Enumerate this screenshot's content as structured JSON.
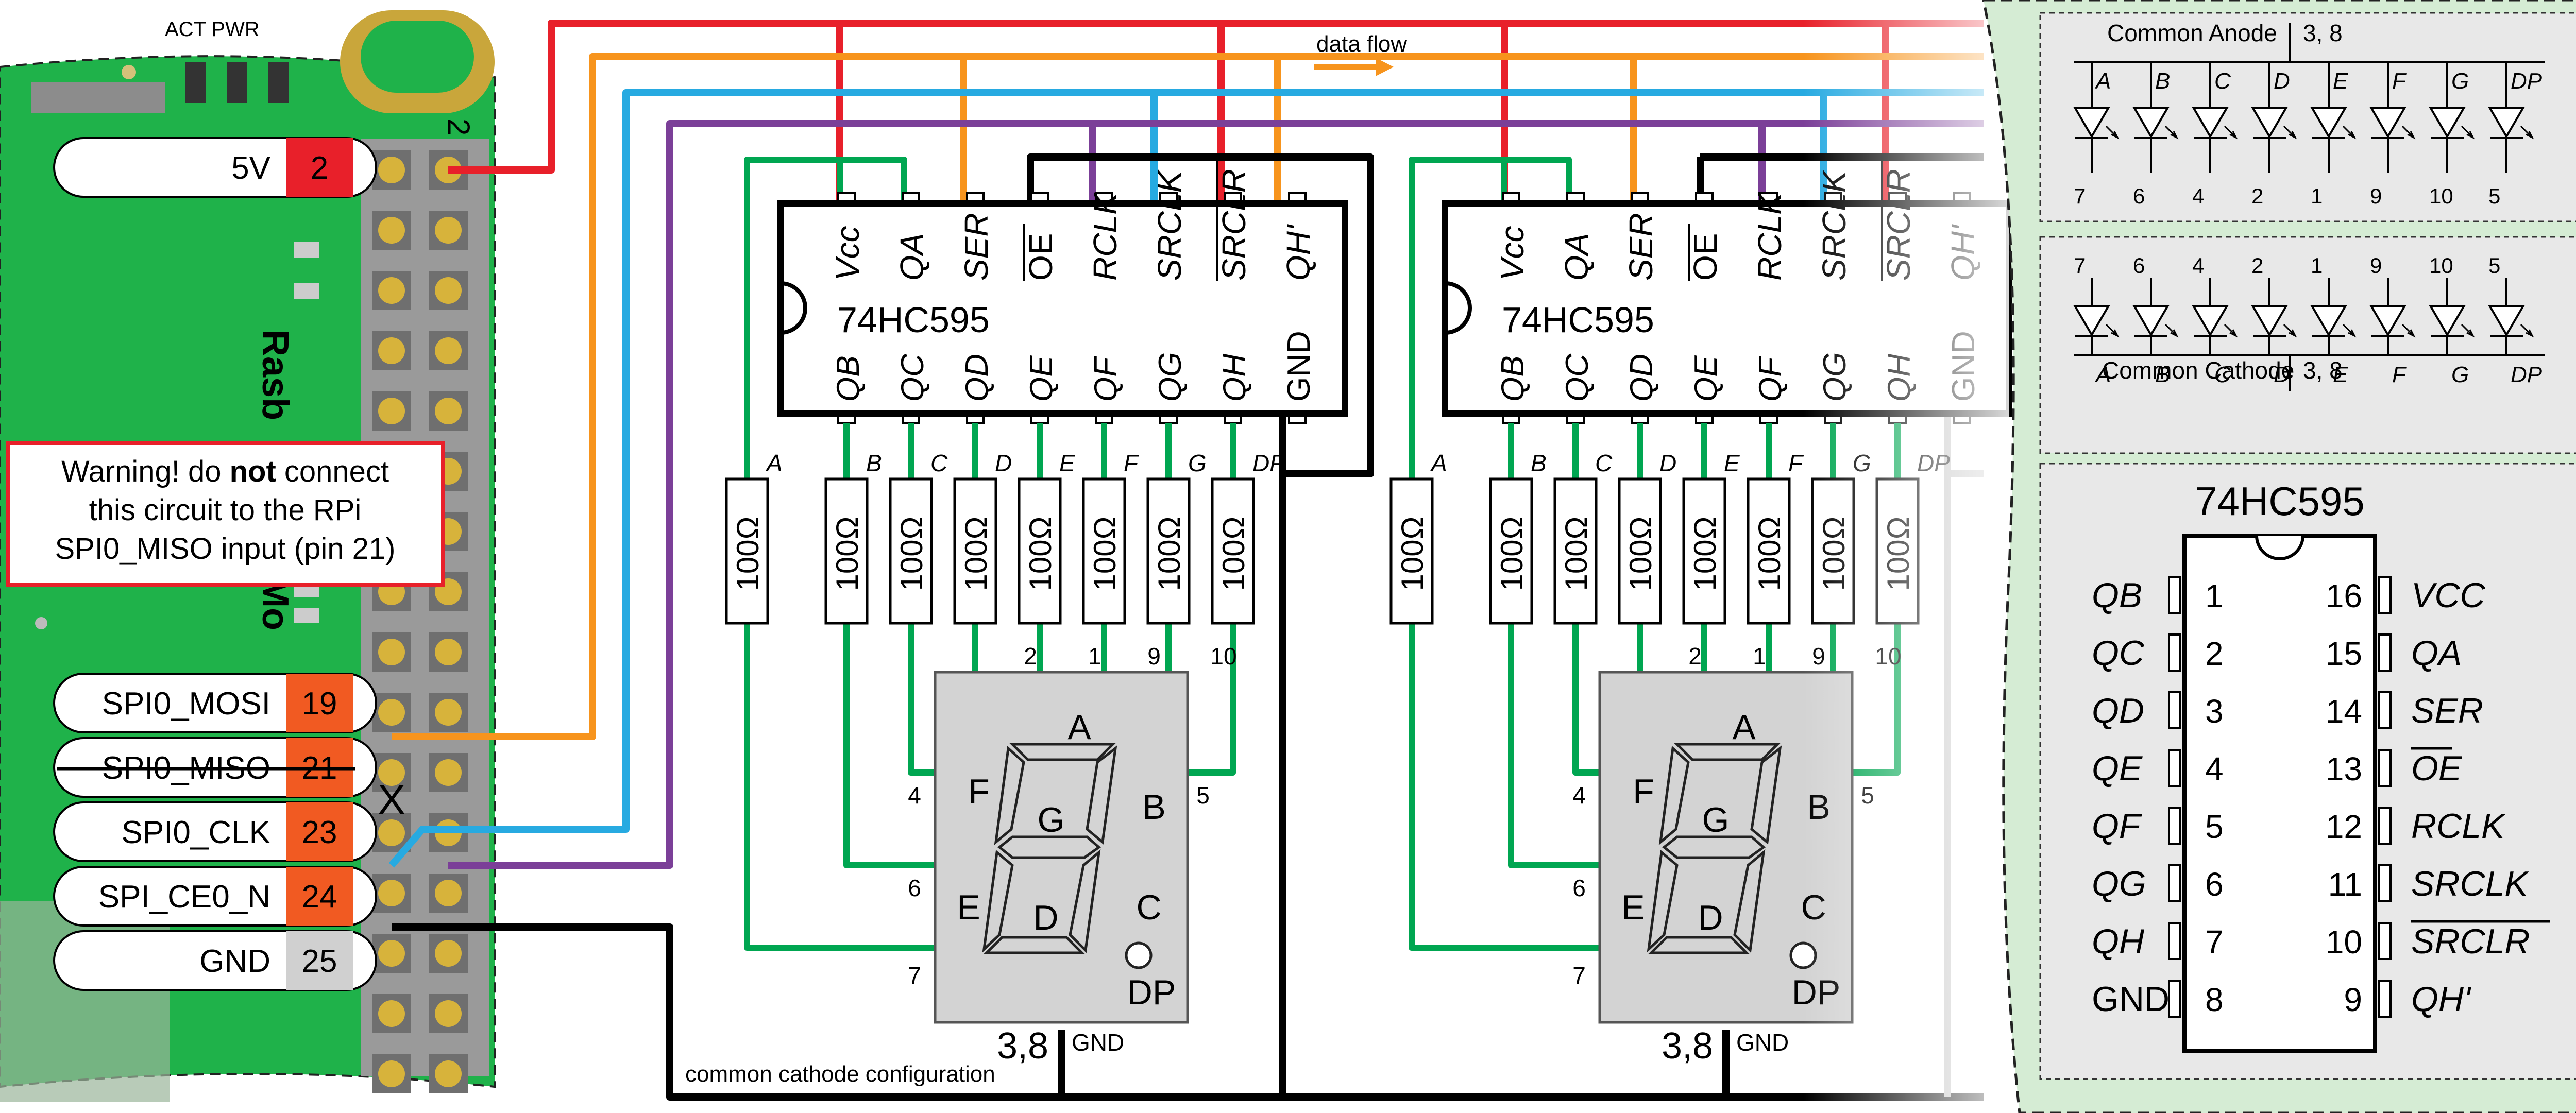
{
  "pi": {
    "board_text": "Rasb",
    "board_text2": "2 Mo",
    "header_number": "2",
    "corner_marks": "ACT PWR",
    "pins": [
      {
        "name": "5V",
        "number": "2"
      },
      {
        "name": "SPI0_MOSI",
        "number": "19"
      },
      {
        "name": "SPI0_MISO",
        "number": "21",
        "struck": true
      },
      {
        "name": "SPI0_CLK",
        "number": "23"
      },
      {
        "name": "SPI_CE0_N",
        "number": "24"
      },
      {
        "name": "GND",
        "number": "25"
      }
    ],
    "x_mark": "X",
    "colors": {
      "board": "#1fb24a",
      "pin_red": "#e8202a",
      "pin_orange": "#f15a22",
      "pin_gray": "#d0d0d0"
    }
  },
  "warning": {
    "line1": "Warning! do ",
    "bold": "not",
    "line1b": " connect",
    "line2": "this circuit to the RPi",
    "line3": "SPI0_MISO input (pin 21)"
  },
  "annotations": {
    "data_flow": "data flow",
    "common_cathode_config": "common cathode configuration"
  },
  "chip": {
    "name": "74HC595",
    "top_pins": [
      "Vcc",
      "QA",
      "SER",
      "OE",
      "RCLK",
      "SRCLK",
      "SRCLR",
      "QH'"
    ],
    "bottom_pins": [
      "QB",
      "QC",
      "QD",
      "QE",
      "QF",
      "QG",
      "QH",
      "GND"
    ]
  },
  "resistors": {
    "value": "100Ω",
    "segment_labels": [
      "A",
      "B",
      "C",
      "D",
      "E",
      "F",
      "G",
      "DP"
    ]
  },
  "display": {
    "segments": [
      "A",
      "B",
      "C",
      "D",
      "E",
      "F",
      "G"
    ],
    "dp": "DP",
    "pin_numbers_top": [
      "2",
      "1",
      "9",
      "10"
    ],
    "pin_left": [
      "4",
      "6",
      "7"
    ],
    "pin_right": "5",
    "bottom_pins": "3,8",
    "gnd": "GND"
  },
  "legend": {
    "anode_title": "Common Anode",
    "anode_pins": "3, 8",
    "cathode_title": "Common Cathode",
    "cathode_pins": "3, 8",
    "segments": [
      "A",
      "B",
      "C",
      "D",
      "E",
      "F",
      "G",
      "DP"
    ],
    "pin_numbers": [
      "7",
      "6",
      "4",
      "2",
      "1",
      "9",
      "10",
      "5"
    ]
  },
  "pinout": {
    "title": "74HC595",
    "left": [
      {
        "name": "QB",
        "pin": "1"
      },
      {
        "name": "QC",
        "pin": "2"
      },
      {
        "name": "QD",
        "pin": "3"
      },
      {
        "name": "QE",
        "pin": "4"
      },
      {
        "name": "QF",
        "pin": "5"
      },
      {
        "name": "QG",
        "pin": "6"
      },
      {
        "name": "QH",
        "pin": "7"
      },
      {
        "name": "GND",
        "pin": "8"
      }
    ],
    "right": [
      {
        "name": "VCC",
        "pin": "16"
      },
      {
        "name": "QA",
        "pin": "15"
      },
      {
        "name": "SER",
        "pin": "14"
      },
      {
        "name": "OE",
        "pin": "13"
      },
      {
        "name": "RCLK",
        "pin": "12"
      },
      {
        "name": "SRCLK",
        "pin": "11"
      },
      {
        "name": "SRCLR",
        "pin": "10"
      },
      {
        "name": "QH'",
        "pin": "9"
      }
    ]
  },
  "colors": {
    "red": "#e8202a",
    "orange": "#f7941d",
    "blue": "#27aae1",
    "purple": "#7b3f98",
    "green": "#00a651",
    "black": "#000000",
    "panel": "#d5ecd4"
  }
}
